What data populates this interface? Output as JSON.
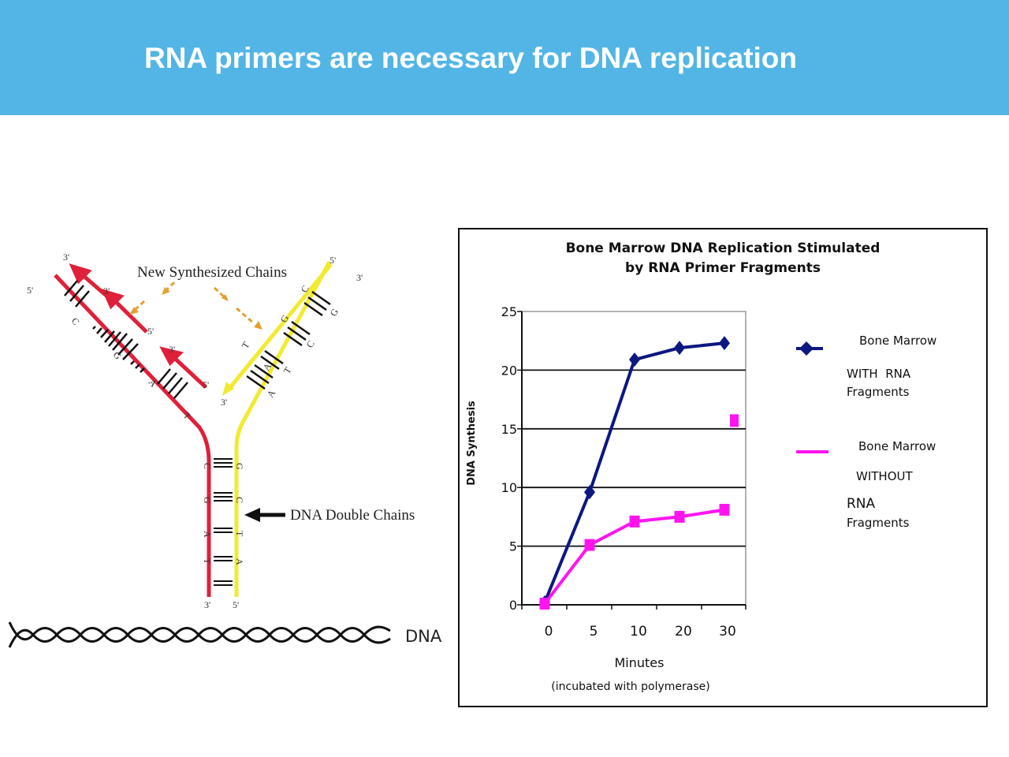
{
  "slide": {
    "title": "RNA primers are necessary for DNA replication",
    "banner_color": "#52b5e5"
  },
  "diagram": {
    "new_chains_label": "New Synthesized Chains",
    "double_chains_label": "DNA Double Chains",
    "dna_label": "DNA",
    "colors": {
      "red_strand": "#e0203a",
      "yellow_strand": "#f2ea30",
      "arrow": "#e3a030"
    },
    "red_strand_bases": [
      "C",
      "G",
      "A",
      "T"
    ],
    "yellow_strand_bases": [
      "G",
      "C",
      "T",
      "A"
    ],
    "stem_red_bases": [
      "C",
      "G",
      "A",
      "T"
    ],
    "stem_yellow_bases": [
      "G",
      "C",
      "T",
      "A"
    ],
    "ends": {
      "three_prime": "3'",
      "five_prime": "5'"
    }
  },
  "chart_data": {
    "type": "line",
    "title": "Bone Marrow DNA Replication Stimulated by RNA Primer Fragments",
    "title_lines": [
      "Bone Marrow DNA Replication Stimulated",
      "by RNA Primer Fragments"
    ],
    "xlabel": "Minutes",
    "xsublabel": "(incubated with polymerase)",
    "ylabel": "DNA Synthesis",
    "categories": [
      "0",
      "5",
      "10",
      "20",
      "30"
    ],
    "ylim": [
      0,
      25
    ],
    "yticks": [
      0,
      5,
      10,
      15,
      20,
      25
    ],
    "grid": true,
    "legend_position": "right",
    "series": [
      {
        "legend_lines": [
          "Bone Marrow",
          "WITH  RNA",
          "Fragments"
        ],
        "color": "#0d1780",
        "marker": "diamond",
        "values": [
          0.2,
          9.6,
          20.9,
          21.9,
          22.3
        ]
      },
      {
        "legend_lines": [
          "Bone Marrow",
          "WITHOUT",
          "RNA",
          "Fragments"
        ],
        "color": "#ff14f0",
        "marker": "square",
        "values": [
          0.1,
          5.1,
          7.1,
          7.5,
          8.1
        ]
      }
    ],
    "outlier_marker": {
      "series": 1,
      "value": 15.7
    }
  }
}
